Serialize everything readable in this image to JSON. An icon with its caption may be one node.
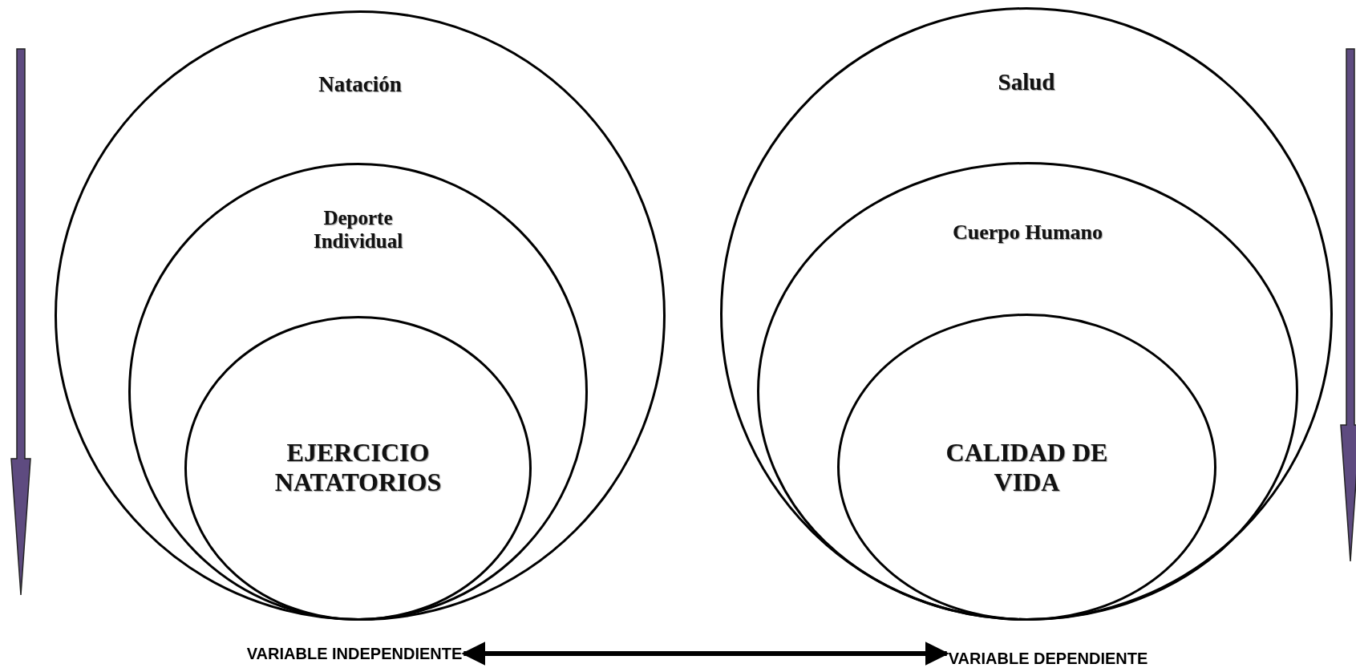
{
  "diagram": {
    "nodes": [
      {
        "text": [
          "Natación"
        ]
      },
      {
        "text": [
          "Deporte Individual"
        ],
        "in": 0
      },
      {
        "text": [
          "EJERCICIO NATATORIOS"
        ],
        "in": 1
      },
      {
        "text": [
          "Salud"
        ]
      },
      {
        "text": [
          "Cuerpo Humano"
        ],
        "in": 3
      },
      {
        "text": [
          "CALIDAD DE VIDA"
        ],
        "in": 4
      },
      {
        "text": [
          "VARIABLE INDEPENDIENTE"
        ]
      },
      {
        "text": [
          "VARIABLE DEPENDIENTE"
        ]
      }
    ],
    "edges": [
      {
        "from": 6,
        "to": 7,
        "arrow": "both"
      }
    ]
  }
}
